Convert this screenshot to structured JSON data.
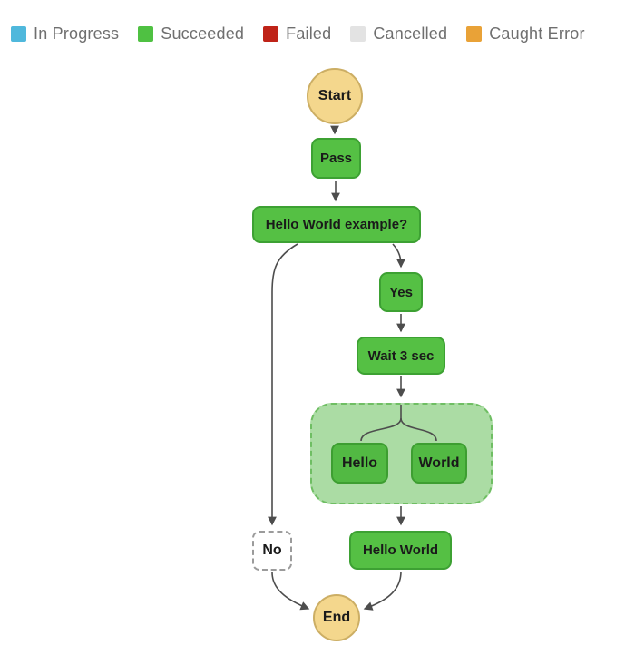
{
  "legend": {
    "items": [
      {
        "label": "In Progress",
        "color": "#4fb8dc"
      },
      {
        "label": "Succeeded",
        "color": "#4fc142"
      },
      {
        "label": "Failed",
        "color": "#bf2318"
      },
      {
        "label": "Cancelled",
        "color": "#e3e3e3"
      },
      {
        "label": "Caught Error",
        "color": "#e9a237"
      }
    ]
  },
  "graph": {
    "nodes": {
      "start": {
        "label": "Start",
        "status": "start"
      },
      "pass": {
        "label": "Pass",
        "status": "succeeded"
      },
      "choice": {
        "label": "Hello World example?",
        "status": "succeeded"
      },
      "yes": {
        "label": "Yes",
        "status": "succeeded"
      },
      "wait": {
        "label": "Wait 3 sec",
        "status": "succeeded"
      },
      "parallel": {
        "label": "",
        "status": "succeeded-parallel"
      },
      "hello": {
        "label": "Hello",
        "status": "succeeded"
      },
      "world": {
        "label": "World",
        "status": "succeeded"
      },
      "hello_world": {
        "label": "Hello World",
        "status": "succeeded"
      },
      "no": {
        "label": "No",
        "status": "not-executed"
      },
      "end": {
        "label": "End",
        "status": "end"
      }
    },
    "colors": {
      "succeeded_fill": "#55c044",
      "succeeded_border": "#3da133",
      "parallel_fill": "#abdca4",
      "parallel_border": "#6fbe63",
      "terminal_fill": "#f4d78d",
      "terminal_border": "#ccae64",
      "not_executed_border": "#9b9b9b",
      "edge": "#4d4d4d",
      "node_text": "#1a1a1a",
      "legend_text": "#6f6f6f"
    }
  }
}
